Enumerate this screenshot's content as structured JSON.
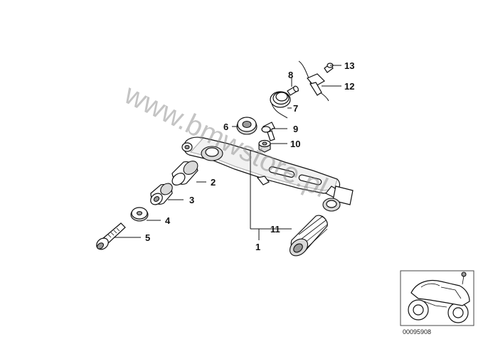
{
  "watermark": "www.bmwstore.pl",
  "callouts": {
    "p1": "1",
    "p2": "2",
    "p3": "3",
    "p4": "4",
    "p5": "5",
    "p6": "6",
    "p7": "7",
    "p8": "8",
    "p9": "9",
    "p10": "10",
    "p11": "11",
    "p12": "12",
    "p13": "13"
  },
  "thumbnail": {
    "code": "00095908"
  }
}
